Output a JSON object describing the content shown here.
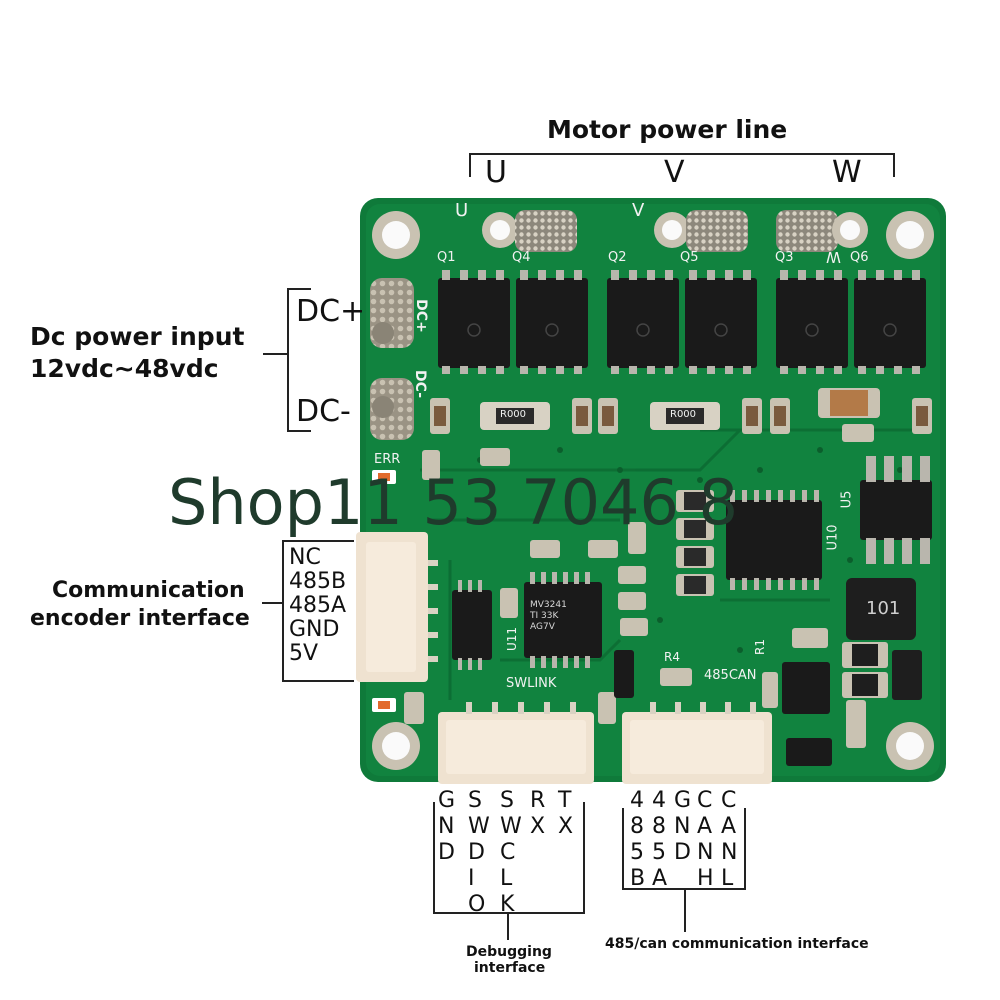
{
  "motor_power": {
    "title": "Motor power line",
    "phases": [
      "U",
      "V",
      "W"
    ]
  },
  "dc_power": {
    "title_line1": "Dc power input",
    "title_line2": "12vdc~48vdc",
    "positive": "DC+",
    "negative": "DC-"
  },
  "comm_encoder": {
    "title_line1": "Communication",
    "title_line2": "encoder interface",
    "pins": [
      "NC",
      "485B",
      "485A",
      "GND",
      "5V"
    ]
  },
  "debug": {
    "pins": [
      {
        "lines": [
          "G",
          "N",
          "D"
        ]
      },
      {
        "lines": [
          "S",
          "W",
          "D",
          "I",
          "O"
        ]
      },
      {
        "lines": [
          "S",
          "W",
          "C",
          "L",
          "K"
        ]
      },
      {
        "lines": [
          "R",
          "X"
        ]
      },
      {
        "lines": [
          "T",
          "X"
        ]
      }
    ],
    "label_line1": "Debugging",
    "label_line2": "interface"
  },
  "can485": {
    "pins": [
      {
        "lines": [
          "4",
          "8",
          "5",
          "B"
        ]
      },
      {
        "lines": [
          "4",
          "8",
          "5",
          "A"
        ]
      },
      {
        "lines": [
          "G",
          "N",
          "D"
        ]
      },
      {
        "lines": [
          "C",
          "A",
          "N",
          "H"
        ]
      },
      {
        "lines": [
          "C",
          "A",
          "N",
          "L"
        ]
      }
    ],
    "label": "485/can communication interface"
  },
  "watermark": "Shop11 53 7046 8",
  "board_silk": {
    "u": "U",
    "v": "V",
    "w": "W",
    "q1": "Q1",
    "q2": "Q2",
    "q3": "Q3",
    "q4": "Q4",
    "q5": "Q5",
    "q6": "Q6",
    "dcp": "DC+",
    "dcm": "DC-",
    "err": "ERR",
    "swlink": "SWLINK",
    "can": "485CAN",
    "r4": "R4",
    "r1": "R1",
    "u5": "U5",
    "u10": "U10",
    "u11": "U11",
    "ic_main": "MV3241\nTI 33K\nAG7V",
    "ind": "101",
    "res1": "R000",
    "res2": "R000"
  },
  "colors": {
    "pcb": "#0f7a3a",
    "pcb_dark": "#0a5a2a",
    "chip": "#1a1a1a",
    "pad": "#b7b0a0",
    "connector": "#f3ddc4"
  }
}
